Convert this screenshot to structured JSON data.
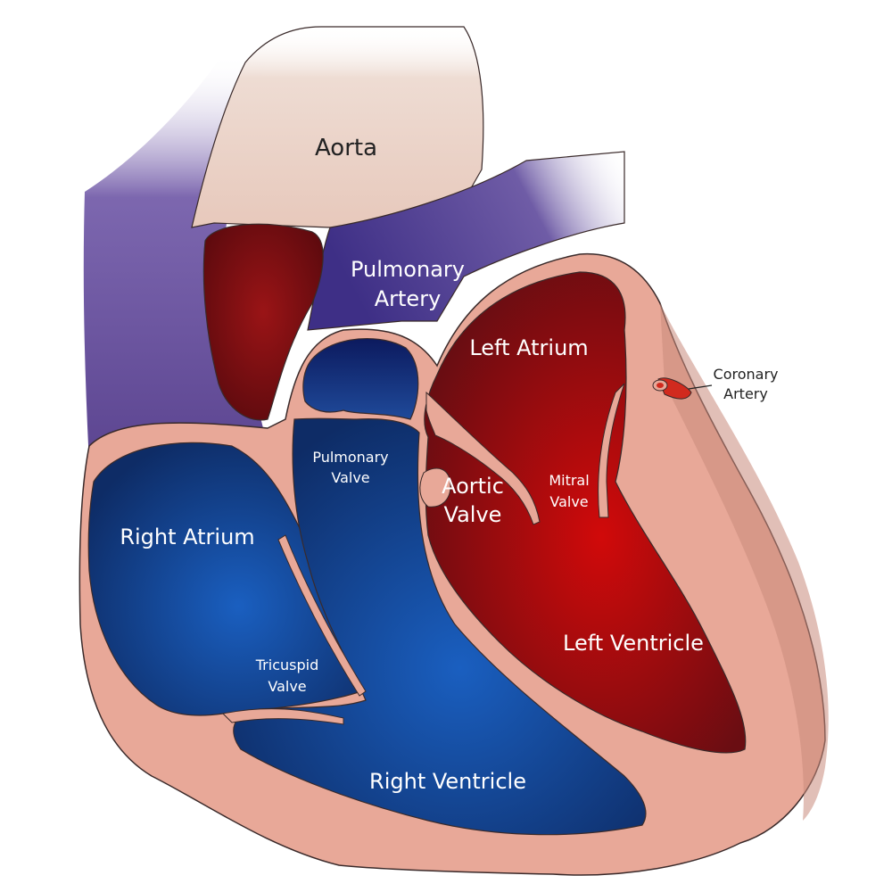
{
  "labels": {
    "aorta": "Aorta",
    "pulmonary_artery_line1": "Pulmonary",
    "pulmonary_artery_line2": "Artery",
    "left_atrium": "Left Atrium",
    "coronary_artery_line1": "Coronary",
    "coronary_artery_line2": "Artery",
    "pulmonary_valve_line1": "Pulmonary",
    "pulmonary_valve_line2": "Valve",
    "aortic_valve_line1": "Aortic",
    "aortic_valve_line2": "Valve",
    "mitral_valve_line1": "Mitral",
    "mitral_valve_line2": "Valve",
    "right_atrium": "Right Atrium",
    "left_ventricle": "Left Ventricle",
    "tricuspid_valve_line1": "Tricuspid",
    "tricuspid_valve_line2": "Valve",
    "right_ventricle": "Right Ventricle"
  },
  "colors": {
    "tissue": "#e8a898",
    "tissue_dark": "#c98a7c",
    "aorta": "#e9cfc4",
    "vein": "#5b4490",
    "pulmonary_artery": "#4a3a8c",
    "oxygenated_dark": "#6a0d12",
    "oxygenated_bright": "#d10a0a",
    "deoxygenated_dark": "#0e2c66",
    "deoxygenated_bright": "#1a5fc0",
    "coronary": "#d12a1e",
    "outline": "#3a2a2a",
    "label_light": "#ffffff",
    "label_dark": "#222222"
  }
}
